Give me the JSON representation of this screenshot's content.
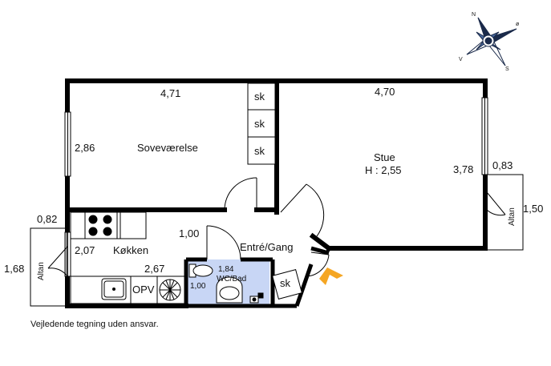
{
  "rooms": {
    "bedroom": {
      "name": "Soveværelse",
      "width": "4,71",
      "depth": "2,86"
    },
    "living": {
      "name": "Stue",
      "height_label": "H : 2,55",
      "width": "4,70",
      "depth": "3,78"
    },
    "kitchen": {
      "name": "Køkken",
      "width": "2,67",
      "depth": "2,07",
      "appliance": "OPV"
    },
    "entry": {
      "name": "Entré/Gang",
      "dim": "1,00"
    },
    "bath": {
      "name": "WC/Bad",
      "width": "1,84",
      "depth": "1,00",
      "color": "#c8d6f5"
    }
  },
  "closets": {
    "label": "sk"
  },
  "balconies": {
    "left": {
      "name": "Altan",
      "width": "0,82",
      "depth": "1,68"
    },
    "right": {
      "name": "Altan",
      "width": "0,83",
      "depth": "1,50"
    }
  },
  "compass": {
    "n": "N",
    "s": "S",
    "o": "ø",
    "v": "V"
  },
  "entrance_arrow_color": "#f5a623",
  "note": "Vejledende tegning uden ansvar."
}
